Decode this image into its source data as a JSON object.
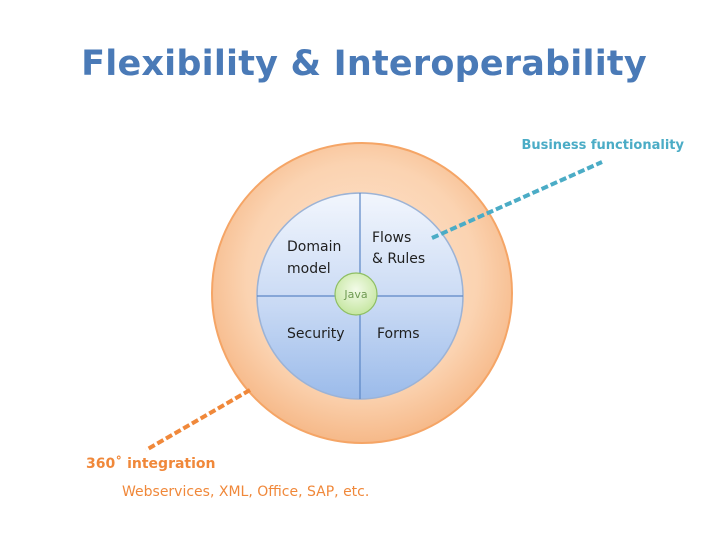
{
  "slide": {
    "title": "Flexibility & Interoperability"
  },
  "callouts": {
    "business": "Business functionality",
    "integration": "360˚ integration",
    "integration_detail": "Webservices, XML, Office, SAP, etc."
  },
  "quadrants": {
    "top_left": [
      "Domain",
      "model"
    ],
    "top_right": [
      "Flows",
      "& Rules"
    ],
    "bottom_left": "Security",
    "bottom_right": "Forms"
  },
  "center": "Java",
  "colors": {
    "title": "#4a7ab7",
    "outer_ring": "#f6b07a",
    "inner_circle": "#9bbbe8",
    "center_node": "#c9e8a6",
    "business_line": "#4bacc6",
    "integration_line": "#f0883a"
  }
}
